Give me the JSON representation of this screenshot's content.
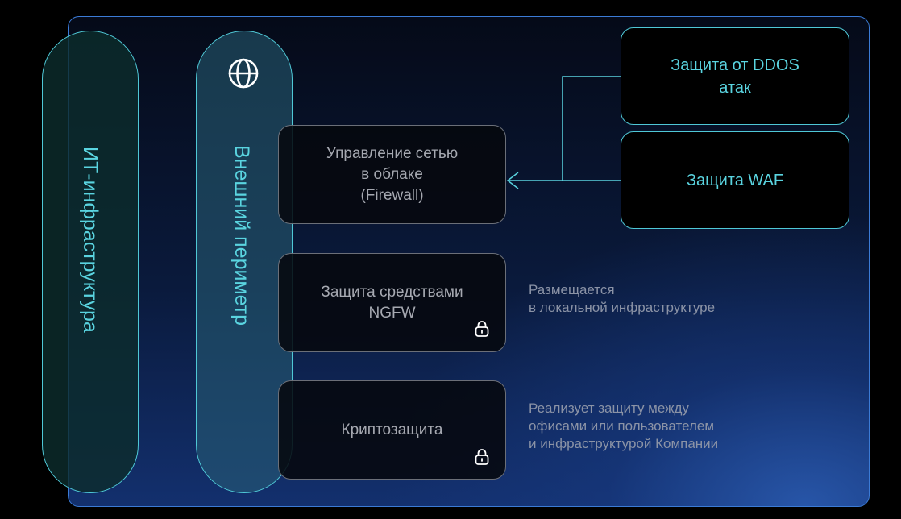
{
  "colors": {
    "accent_cyan": "#5ad4e0",
    "frame_blue": "#3b7bd6",
    "box_text_grey": "#a6a9b1",
    "note_grey": "#8b93a6",
    "background": "#000000"
  },
  "columns": {
    "it_infrastructure": {
      "label": "ИТ-инфраструктура"
    },
    "external_perimeter": {
      "label": "Внешний периметр",
      "icon": "globe-icon"
    }
  },
  "boxes": {
    "firewall": {
      "label": "Управление сетью\nв облаке\n(Firewall)"
    },
    "ngfw": {
      "label": "Защита средствами\nNGFW",
      "icon": "lock-icon"
    },
    "crypto": {
      "label": "Криптозащита",
      "icon": "lock-icon"
    },
    "ddos": {
      "label": "Защита от DDOS\nатак"
    },
    "waf": {
      "label": "Защита WAF"
    }
  },
  "notes": {
    "ngfw": "Размещается\nв локальной инфраструктуре",
    "crypto": "Реализует защиту между\nофисами или пользователем\nи инфраструктурой Компании"
  }
}
